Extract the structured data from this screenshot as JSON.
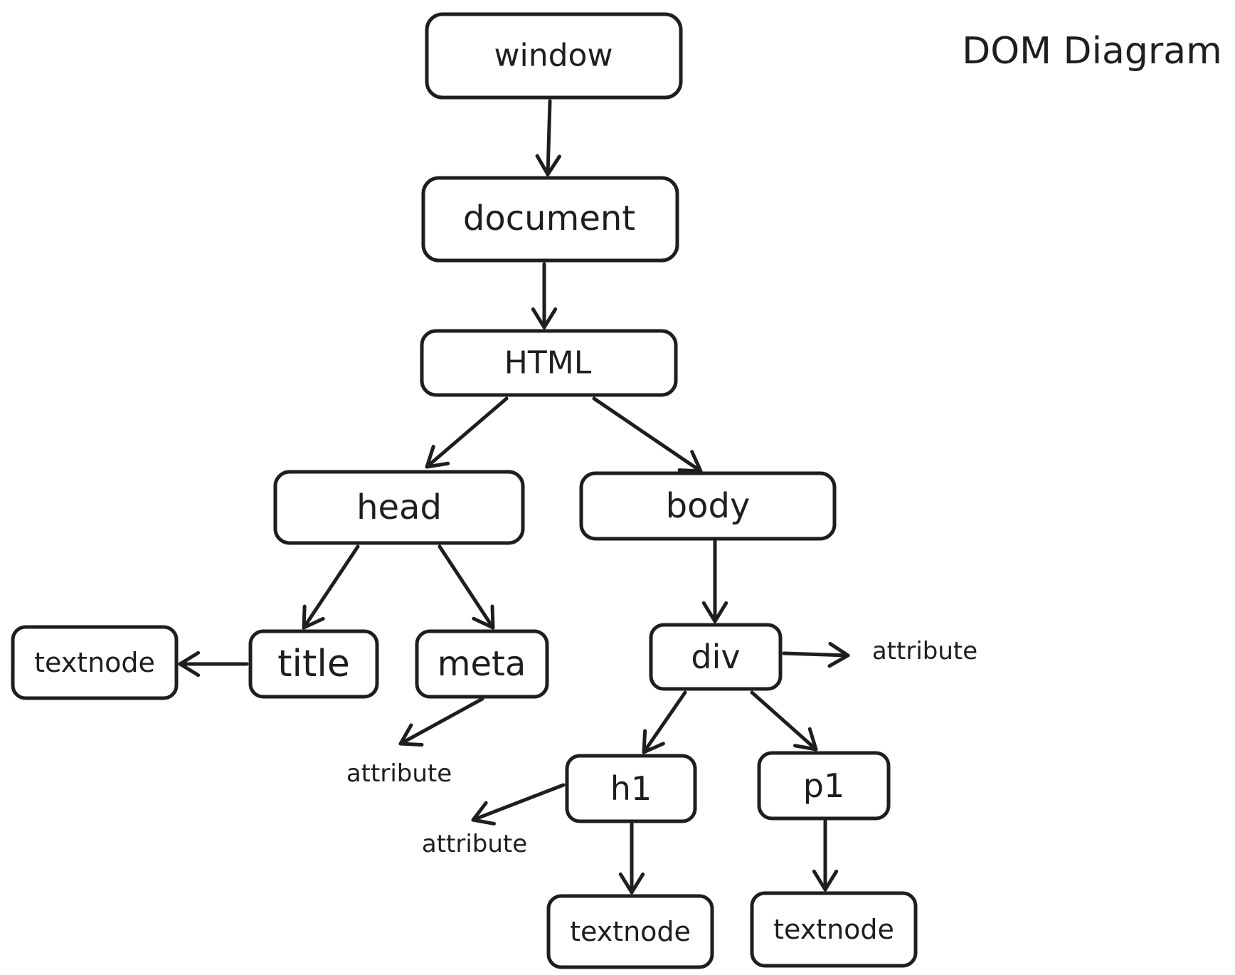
{
  "title": "DOM Diagram",
  "nodes": {
    "window": "window",
    "document": "document",
    "html": "HTML",
    "head": "head",
    "body": "body",
    "title_tag": "title",
    "meta": "meta",
    "div": "div",
    "textnode_title": "textnode",
    "h1": "h1",
    "p1": "p1",
    "textnode_h1": "textnode",
    "textnode_p1": "textnode"
  },
  "attributes": {
    "meta": "attribute",
    "div": "attribute",
    "h1": "attribute"
  },
  "edges": [
    {
      "from": "window",
      "to": "document"
    },
    {
      "from": "document",
      "to": "html"
    },
    {
      "from": "html",
      "to": "head"
    },
    {
      "from": "html",
      "to": "body"
    },
    {
      "from": "head",
      "to": "title_tag"
    },
    {
      "from": "head",
      "to": "meta"
    },
    {
      "from": "title_tag",
      "to": "textnode_title"
    },
    {
      "from": "meta",
      "to": "attr_meta"
    },
    {
      "from": "body",
      "to": "div"
    },
    {
      "from": "div",
      "to": "attr_div"
    },
    {
      "from": "div",
      "to": "h1"
    },
    {
      "from": "div",
      "to": "p1"
    },
    {
      "from": "h1",
      "to": "attr_h1"
    },
    {
      "from": "h1",
      "to": "textnode_h1"
    },
    {
      "from": "p1",
      "to": "textnode_p1"
    }
  ],
  "colors": {
    "stroke": "#1e1e1e",
    "background": "#ffffff"
  }
}
